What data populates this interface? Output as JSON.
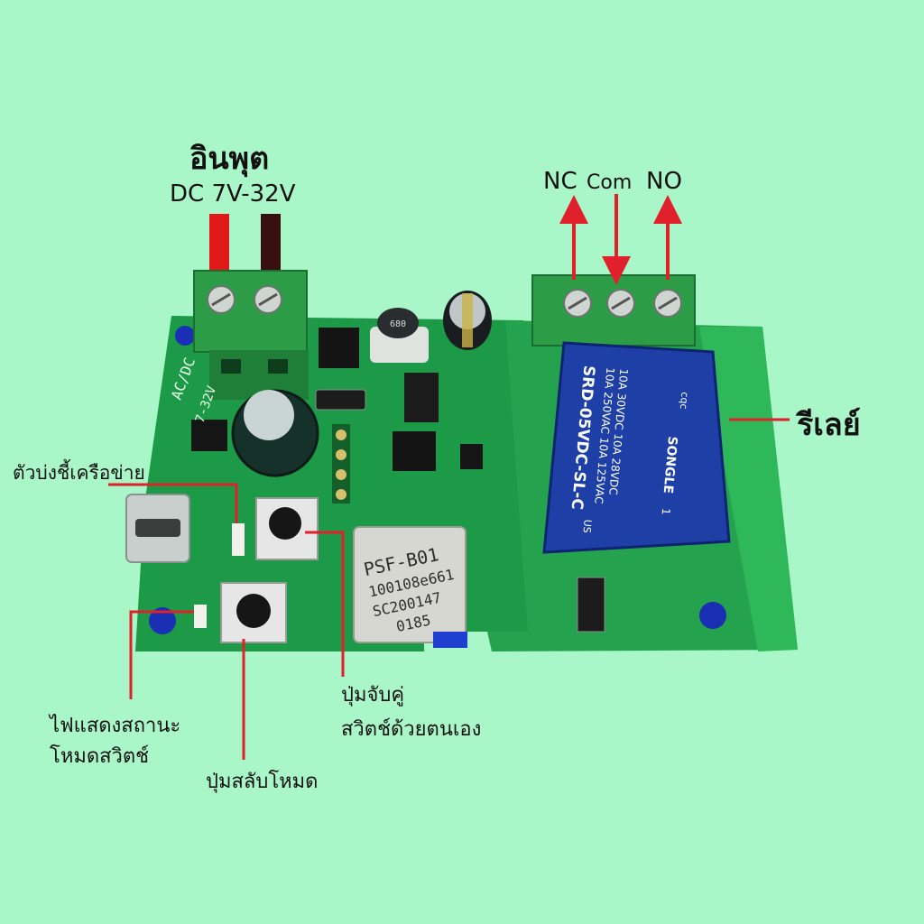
{
  "input": {
    "title": "อินพุต",
    "voltage": "DC 7V-32V"
  },
  "relay_terminals": {
    "nc": "NC",
    "com": "Com",
    "no": "NO"
  },
  "callouts": {
    "relay": "รีเลย์",
    "network_indicator": "ตัวบ่งชี้เครือข่าย",
    "status_led_line1": "ไฟแสดงสถานะ",
    "status_led_line2": "โหมดสวิตช์",
    "mode_button": "ปุ่มสลับโหมด",
    "pair_button_line1": "ปุ่มจับคู่",
    "pair_button_line2": "สวิตช์ด้วยตนเอง"
  },
  "board_markings": {
    "board_label": "AC/DC",
    "board_label_2": "7-32V",
    "relay_brand": "SONGLE",
    "relay_model": "SRD-05VDC-SL-C",
    "relay_rating_1": "10A 250VAC  10A 125VAC",
    "relay_rating_2": "10A 30VDC  10A 28VDC",
    "relay_pin_mark": "1",
    "relay_cert": "cqc",
    "relay_cert_2": "US",
    "module_line1": "PSF-B01",
    "module_line2": "100108e661",
    "module_line3": "SC200147",
    "module_line4": "0185",
    "inductor_code": "680"
  },
  "colors": {
    "background": "#a9f6c8",
    "pcb": "#1c9a47",
    "terminal_block": "#2c9d46",
    "relay": "#1d3fa6",
    "arrow": "#e0202a",
    "wire_red": "#e01818",
    "wire_black": "#3a0f0f"
  }
}
